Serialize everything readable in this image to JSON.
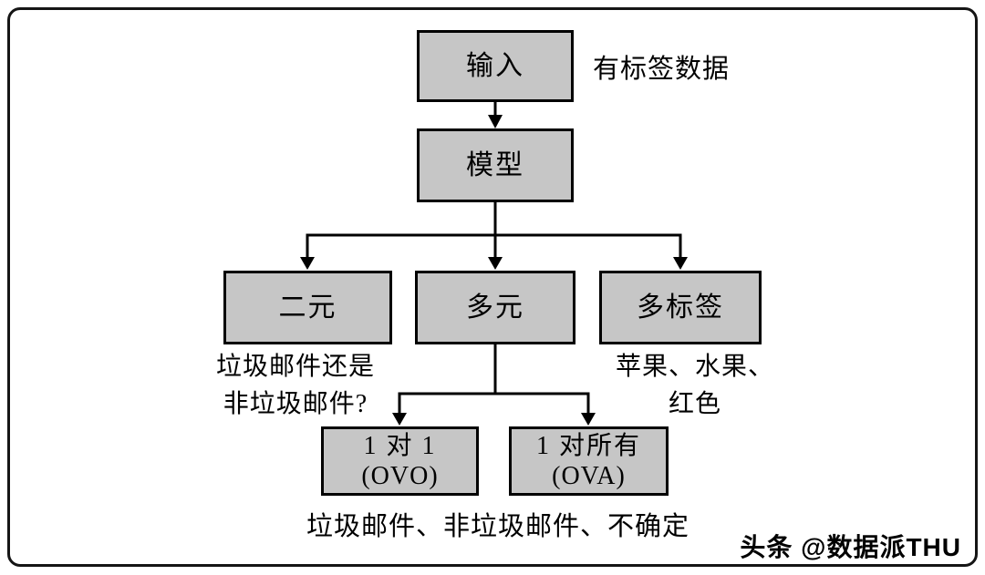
{
  "diagram": {
    "nodes": {
      "input": "输入",
      "model": "模型",
      "binary": "二元",
      "multiclass": "多元",
      "multilabel": "多标签",
      "ovo": {
        "line1": "1 对 1",
        "line2": "(OVO)"
      },
      "ova": {
        "line1": "1 对所有",
        "line2": "(OVA)"
      }
    },
    "annotations": {
      "labeled_data": "有标签数据",
      "binary_example": {
        "line1": "垃圾邮件还是",
        "line2": "非垃圾邮件?"
      },
      "multilabel_example": {
        "line1": "苹果、水果、",
        "line2": "红色"
      },
      "multiclass_example": "垃圾邮件、非垃圾邮件、不确定"
    },
    "watermark": "头条 @数据派THU",
    "colors": {
      "box_fill": "#c6c6c6",
      "box_border": "#000000",
      "line": "#000000",
      "background": "#ffffff"
    }
  }
}
